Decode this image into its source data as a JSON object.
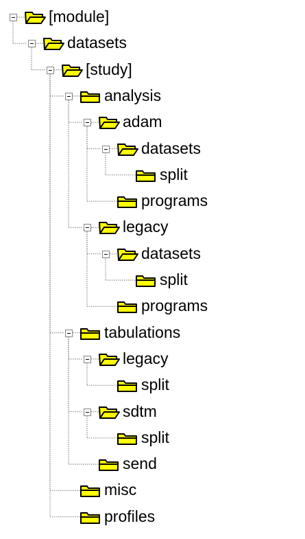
{
  "theme": {
    "folder_fill": "#ffff00",
    "folder_stroke": "#000000",
    "connector_color": "#8c8c8c",
    "text_color": "#000000",
    "background": "#ffffff"
  },
  "tree": {
    "nodes": [
      {
        "name": "module",
        "label": "[module]",
        "depth": 0,
        "expanded": true,
        "has_children": true,
        "icon": "open-folder-icon"
      },
      {
        "name": "datasets",
        "label": "datasets",
        "depth": 1,
        "expanded": true,
        "has_children": true,
        "icon": "open-folder-icon"
      },
      {
        "name": "study",
        "label": "[study]",
        "depth": 2,
        "expanded": true,
        "has_children": true,
        "icon": "open-folder-icon"
      },
      {
        "name": "analysis",
        "label": "analysis",
        "depth": 3,
        "expanded": true,
        "has_children": true,
        "icon": "closed-folder-icon"
      },
      {
        "name": "adam",
        "label": "adam",
        "depth": 4,
        "expanded": true,
        "has_children": true,
        "icon": "open-folder-icon"
      },
      {
        "name": "adam-datasets",
        "label": "datasets",
        "depth": 5,
        "expanded": true,
        "has_children": true,
        "icon": "open-folder-icon"
      },
      {
        "name": "adam-datasets-split",
        "label": "split",
        "depth": 6,
        "expanded": false,
        "has_children": false,
        "icon": "closed-folder-icon"
      },
      {
        "name": "adam-programs",
        "label": "programs",
        "depth": 5,
        "expanded": false,
        "has_children": false,
        "icon": "closed-folder-icon"
      },
      {
        "name": "analysis-legacy",
        "label": "legacy",
        "depth": 4,
        "expanded": true,
        "has_children": true,
        "icon": "open-folder-icon"
      },
      {
        "name": "legacy-datasets",
        "label": "datasets",
        "depth": 5,
        "expanded": true,
        "has_children": true,
        "icon": "open-folder-icon"
      },
      {
        "name": "legacy-datasets-split",
        "label": "split",
        "depth": 6,
        "expanded": false,
        "has_children": false,
        "icon": "closed-folder-icon"
      },
      {
        "name": "legacy-programs",
        "label": "programs",
        "depth": 5,
        "expanded": false,
        "has_children": false,
        "icon": "closed-folder-icon"
      },
      {
        "name": "tabulations",
        "label": "tabulations",
        "depth": 3,
        "expanded": true,
        "has_children": true,
        "icon": "closed-folder-icon"
      },
      {
        "name": "tabulations-legacy",
        "label": "legacy",
        "depth": 4,
        "expanded": true,
        "has_children": true,
        "icon": "open-folder-icon"
      },
      {
        "name": "tabulations-legacy-split",
        "label": "split",
        "depth": 5,
        "expanded": false,
        "has_children": false,
        "icon": "closed-folder-icon"
      },
      {
        "name": "sdtm",
        "label": "sdtm",
        "depth": 4,
        "expanded": true,
        "has_children": true,
        "icon": "open-folder-icon"
      },
      {
        "name": "sdtm-split",
        "label": "split",
        "depth": 5,
        "expanded": false,
        "has_children": false,
        "icon": "closed-folder-icon"
      },
      {
        "name": "send",
        "label": "send",
        "depth": 4,
        "expanded": false,
        "has_children": false,
        "icon": "closed-folder-icon"
      },
      {
        "name": "misc",
        "label": "misc",
        "depth": 3,
        "expanded": false,
        "has_children": false,
        "icon": "closed-folder-icon"
      },
      {
        "name": "profiles",
        "label": "profiles",
        "depth": 3,
        "expanded": false,
        "has_children": false,
        "icon": "closed-folder-icon"
      }
    ]
  }
}
